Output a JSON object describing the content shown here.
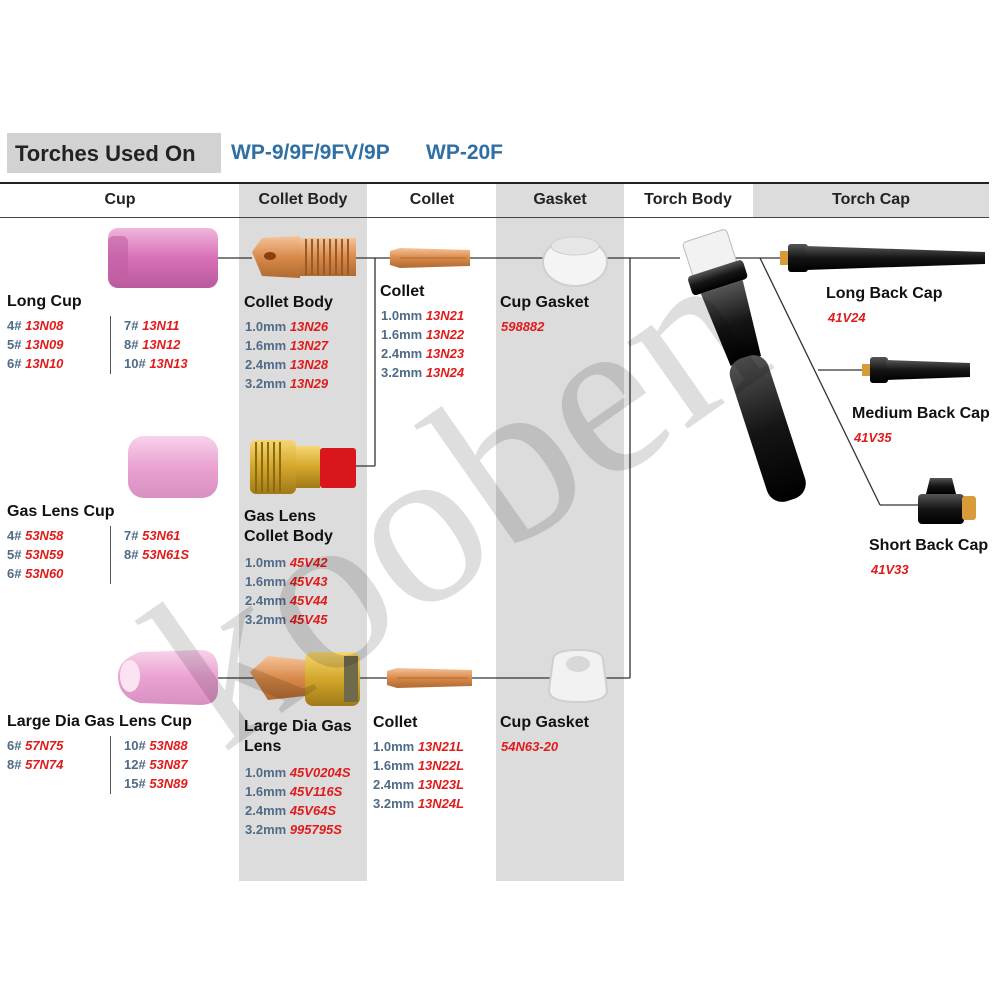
{
  "header": {
    "title": "Torches Used On",
    "model_1": "WP-9/9F/9FV/9P",
    "model_2": "WP-20F"
  },
  "columns": [
    "Cup",
    "Collet Body",
    "Collet",
    "Gasket",
    "Torch Body",
    "Torch Cap"
  ],
  "cups": {
    "long": {
      "title": "Long Cup",
      "left": [
        [
          "4#",
          "13N08"
        ],
        [
          "5#",
          "13N09"
        ],
        [
          "6#",
          "13N10"
        ]
      ],
      "right": [
        [
          "7#",
          "13N11"
        ],
        [
          "8#",
          "13N12"
        ],
        [
          "10#",
          "13N13"
        ]
      ]
    },
    "gas_lens": {
      "title": "Gas Lens Cup",
      "left": [
        [
          "4#",
          "53N58"
        ],
        [
          "5#",
          "53N59"
        ],
        [
          "6#",
          "53N60"
        ]
      ],
      "right": [
        [
          "7#",
          "53N61"
        ],
        [
          "8#",
          "53N61S"
        ]
      ]
    },
    "large_dia": {
      "title": "Large Dia Gas Lens Cup",
      "left": [
        [
          "6#",
          "57N75"
        ],
        [
          "8#",
          "57N74"
        ]
      ],
      "right": [
        [
          "10#",
          "53N88"
        ],
        [
          "12#",
          "53N87"
        ],
        [
          "15#",
          "53N89"
        ]
      ]
    }
  },
  "collet_bodies": {
    "standard": {
      "title": "Collet Body",
      "items": [
        [
          "1.0mm",
          "13N26"
        ],
        [
          "1.6mm",
          "13N27"
        ],
        [
          "2.4mm",
          "13N28"
        ],
        [
          "3.2mm",
          "13N29"
        ]
      ]
    },
    "gas_lens": {
      "title_1": "Gas Lens",
      "title_2": "Collet Body",
      "items": [
        [
          "1.0mm",
          "45V42"
        ],
        [
          "1.6mm",
          "45V43"
        ],
        [
          "2.4mm",
          "45V44"
        ],
        [
          "3.2mm",
          "45V45"
        ]
      ]
    },
    "large_dia": {
      "title_1": "Large Dia Gas",
      "title_2": "Lens",
      "items": [
        [
          "1.0mm",
          "45V0204S"
        ],
        [
          "1.6mm",
          "45V116S"
        ],
        [
          "2.4mm",
          "45V64S"
        ],
        [
          "3.2mm",
          "995795S"
        ]
      ]
    }
  },
  "collets": {
    "standard": {
      "title": "Collet",
      "items": [
        [
          "1.0mm",
          "13N21"
        ],
        [
          "1.6mm",
          "13N22"
        ],
        [
          "2.4mm",
          "13N23"
        ],
        [
          "3.2mm",
          "13N24"
        ]
      ]
    },
    "long": {
      "title": "Collet",
      "items": [
        [
          "1.0mm",
          "13N21L"
        ],
        [
          "1.6mm",
          "13N22L"
        ],
        [
          "2.4mm",
          "13N23L"
        ],
        [
          "3.2mm",
          "13N24L"
        ]
      ]
    }
  },
  "gaskets": {
    "standard": {
      "title": "Cup Gasket",
      "code": "598882"
    },
    "large": {
      "title": "Cup Gasket",
      "code": "54N63-20"
    }
  },
  "caps": {
    "long": {
      "title": "Long Back Cap",
      "code": "41V24"
    },
    "medium": {
      "title": "Medium Back Cap",
      "code": "41V35"
    },
    "short": {
      "title": "Short Back Cap",
      "code": "41V33"
    }
  },
  "watermark": "kooben",
  "colors": {
    "model_blue": "#2f6fa3",
    "code_red": "#e01b1b",
    "size_blue": "#4f6b87",
    "column_gray": "#dcdcdc",
    "cup_pink": "#e58fc6",
    "copper": "#d98a4a",
    "brass": "#d4a62a"
  }
}
